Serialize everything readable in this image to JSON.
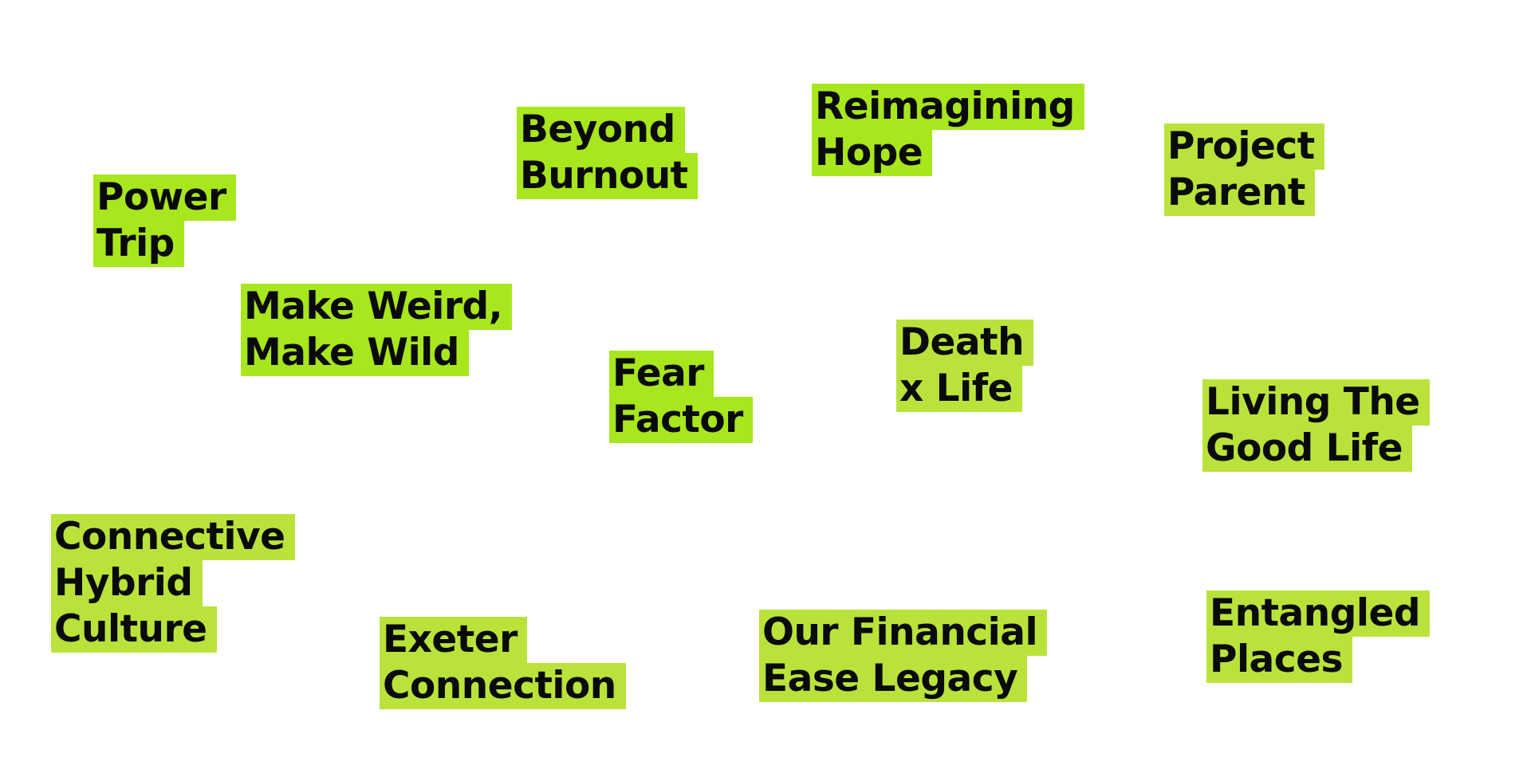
{
  "accent_color": "#a8e61d",
  "tiles": [
    {
      "id": "power-trip",
      "lines": [
        "Power",
        "Trip"
      ]
    },
    {
      "id": "beyond-burnout",
      "lines": [
        "Beyond",
        "Burnout"
      ]
    },
    {
      "id": "reimagining-hope",
      "lines": [
        "Reimagining",
        "Hope"
      ]
    },
    {
      "id": "project-parent",
      "lines": [
        "Project",
        "Parent"
      ]
    },
    {
      "id": "make-weird-make-wild",
      "lines": [
        "Make Weird,",
        "Make Wild"
      ]
    },
    {
      "id": "fear-factor",
      "lines": [
        "Fear",
        "Factor"
      ]
    },
    {
      "id": "death-x-life",
      "lines": [
        "Death",
        "x Life"
      ]
    },
    {
      "id": "living-the-good-life",
      "lines": [
        "Living The",
        "Good Life"
      ]
    },
    {
      "id": "connective-hybrid-culture",
      "lines": [
        "Connective",
        "Hybrid",
        "Culture"
      ]
    },
    {
      "id": "exeter-connection",
      "lines": [
        "Exeter",
        "Connection"
      ]
    },
    {
      "id": "our-financial-ease-legacy",
      "lines": [
        "Our Financial",
        "Ease Legacy"
      ]
    },
    {
      "id": "entangled-places",
      "lines": [
        "Entangled",
        "Places"
      ]
    }
  ]
}
